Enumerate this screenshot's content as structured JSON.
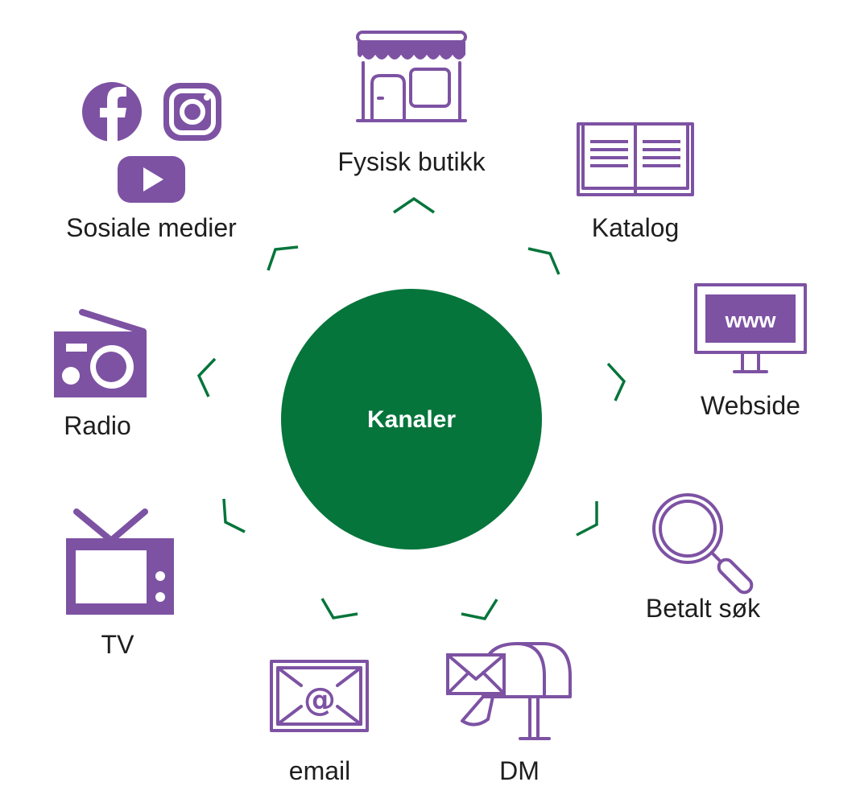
{
  "colors": {
    "purple": "#7d52a3",
    "green": "#06753b",
    "text": "#1e1e1e"
  },
  "center": {
    "label": "Kanaler"
  },
  "channels": [
    {
      "label": "Fysisk butikk",
      "icon": "storefront-icon"
    },
    {
      "label": "Katalog",
      "icon": "open-book-icon"
    },
    {
      "label": "Webside",
      "icon": "monitor-www-icon"
    },
    {
      "label": "Betalt søk",
      "icon": "magnifier-icon"
    },
    {
      "label": "DM",
      "icon": "mailbox-icon"
    },
    {
      "label": "email",
      "icon": "envelope-at-icon"
    },
    {
      "label": "TV",
      "icon": "tv-icon"
    },
    {
      "label": "Radio",
      "icon": "radio-icon"
    },
    {
      "label": "Sosiale medier",
      "icon": "social-media-icon"
    }
  ],
  "social_icons": [
    "facebook-icon",
    "instagram-icon",
    "youtube-icon"
  ],
  "web_icon_text": "www",
  "email_icon_text": "@"
}
